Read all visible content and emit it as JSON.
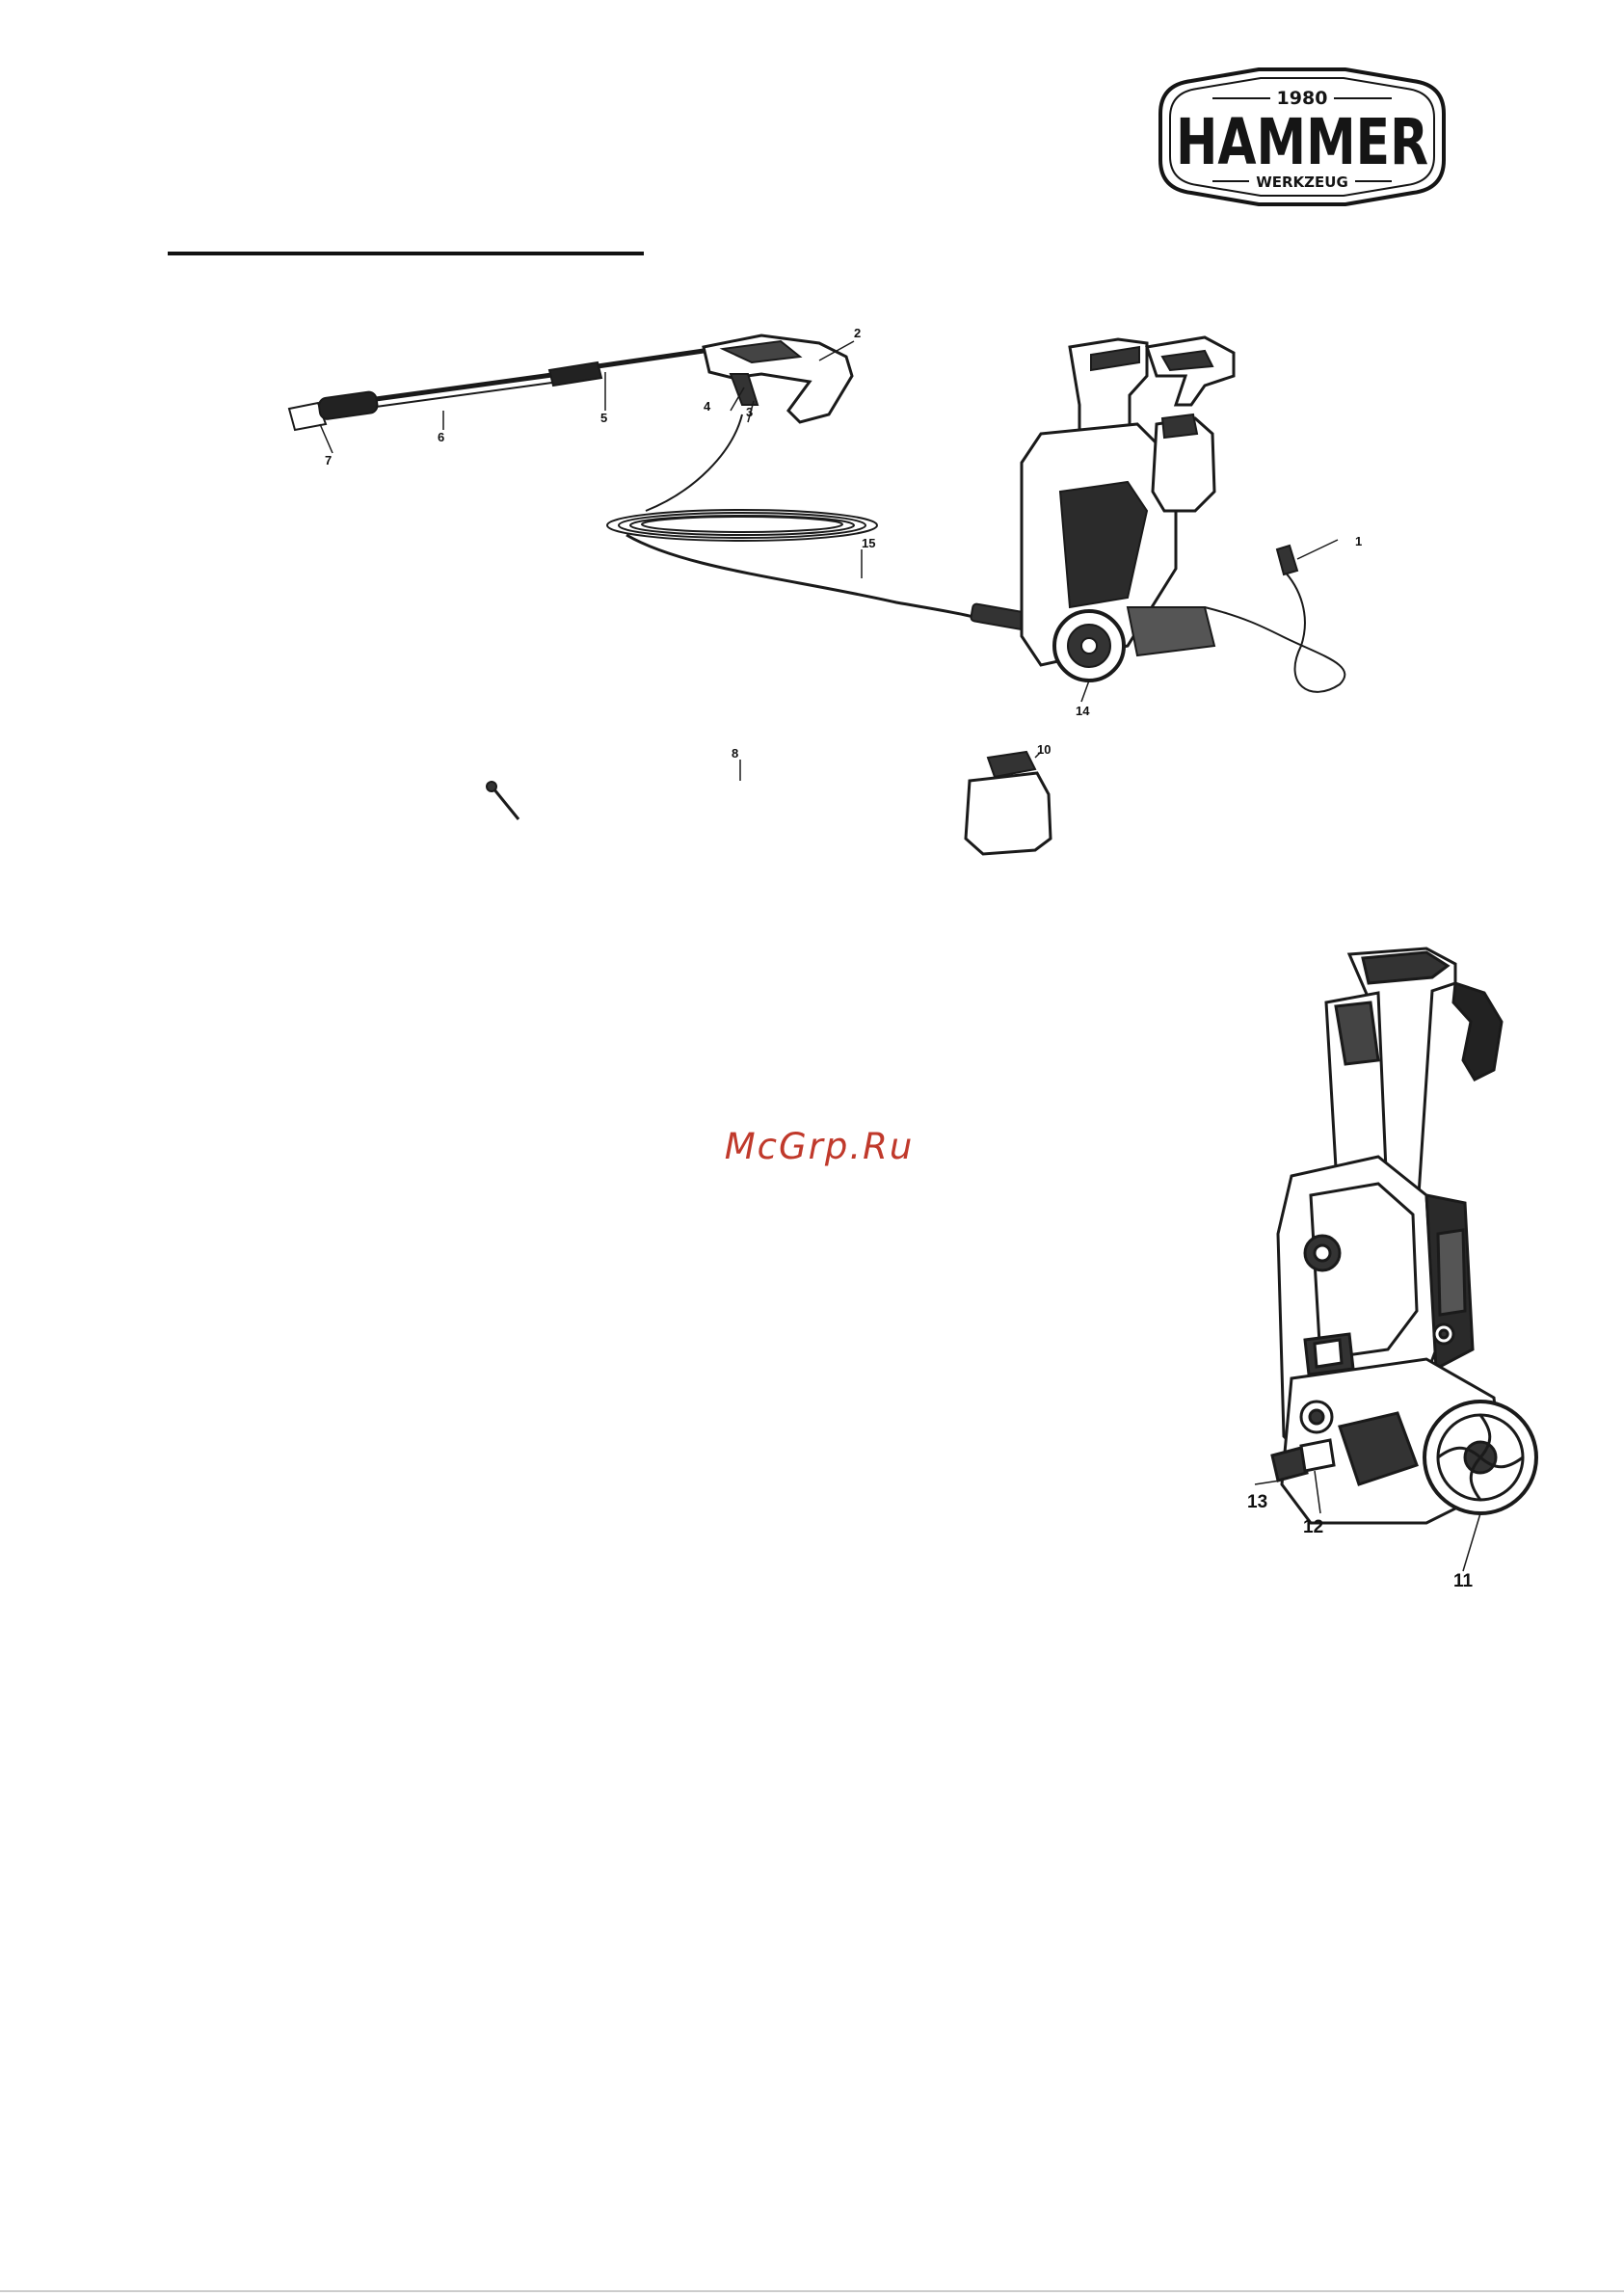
{
  "logo": {
    "year": "1980",
    "brand": "HAMMER",
    "sub": "WERKZEUG"
  },
  "watermark": {
    "text": "McGrp.Ru",
    "color": "#c0392b"
  },
  "figure1": {
    "labels": [
      "7",
      "6",
      "5",
      "4",
      "3",
      "2",
      "15",
      "14",
      "1",
      "8",
      "10"
    ]
  },
  "figure2": {
    "labels": [
      "13",
      "12",
      "11"
    ]
  }
}
